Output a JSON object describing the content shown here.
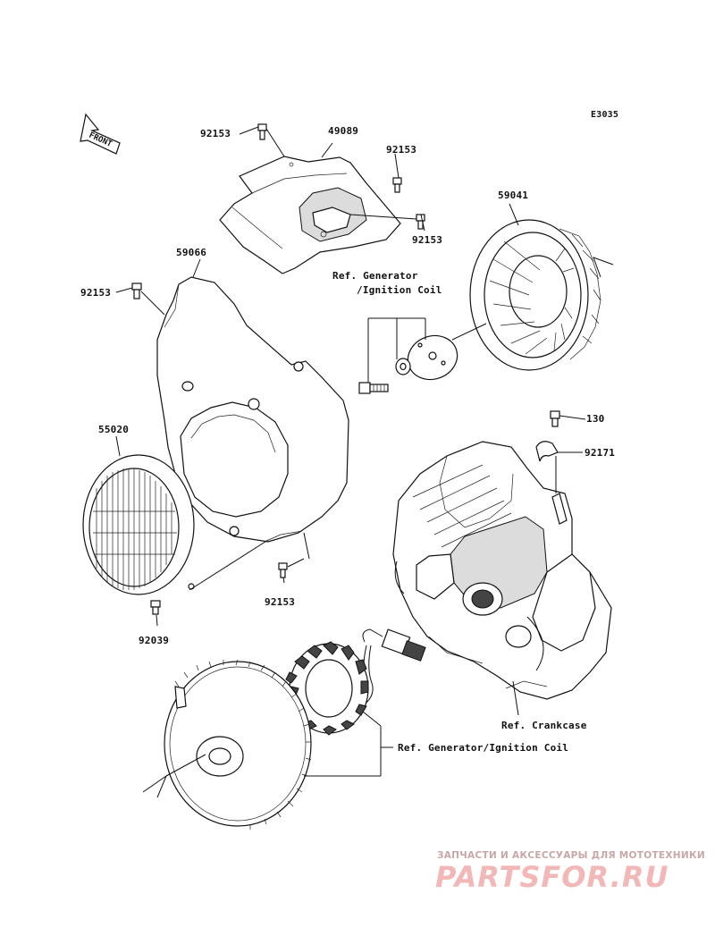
{
  "diagram_code": "E3035",
  "front_indicator": "FRONT",
  "part_labels": {
    "p92153_top_left": "92153",
    "p49089": "49089",
    "p92153_top_right": "92153",
    "p92153_right": "92153",
    "p59041": "59041",
    "p59066": "59066",
    "p92153_left": "92153",
    "ref_generator_ignition_top_line1": "Ref. Generator",
    "ref_generator_ignition_top_line2": "/Ignition Coil",
    "p130": "130",
    "p55020": "55020",
    "p92171": "92171",
    "p92153_bottom": "92153",
    "p92039": "92039",
    "ref_crankcase": "Ref. Crankcase",
    "ref_generator_ignition_bottom": "Ref. Generator/Ignition Coil"
  },
  "watermark": {
    "tagline": "ЗАПЧАСТИ И АКСЕССУАРЫ ДЛЯ МОТОТЕХНИКИ",
    "logo": "PARTSFOR.RU"
  }
}
